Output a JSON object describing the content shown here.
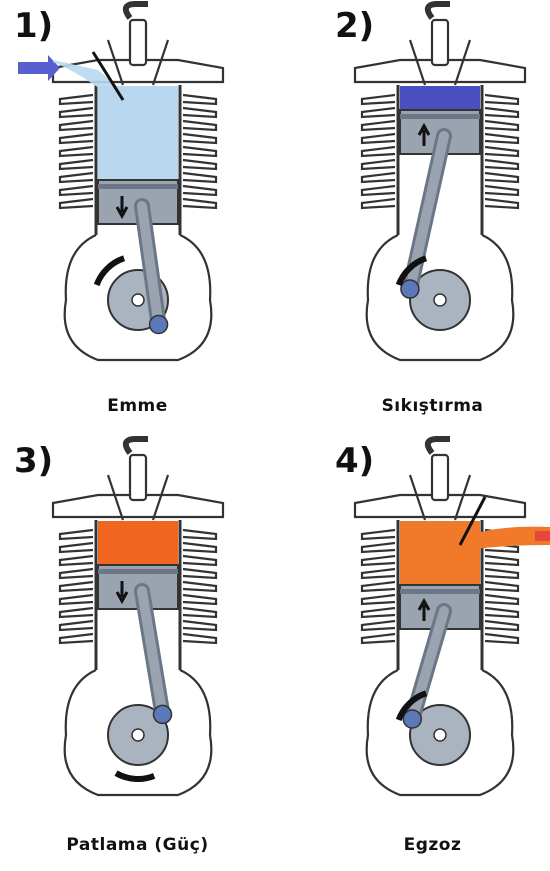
{
  "strokes": [
    {
      "number": "1)",
      "label": "Emme",
      "gas_color": "#b9d8f0",
      "arrow": "down",
      "valve": "intake"
    },
    {
      "number": "2)",
      "label": "Sıkıştırma",
      "gas_color": "#4a4fc0",
      "arrow": "up",
      "valve": "none"
    },
    {
      "number": "3)",
      "label": "Patlama (Güç)",
      "gas_color": "#f0651f",
      "arrow": "down",
      "valve": "none"
    },
    {
      "number": "4)",
      "label": "Egzoz",
      "gas_color": "#f07a2a",
      "arrow": "up",
      "valve": "exhaust"
    }
  ],
  "colors": {
    "outline": "#333333",
    "metal": "#9aa4b0",
    "metal_dark": "#6b7786",
    "rod_end": "#5b78b8",
    "intake_arrow": "#5a5fcf",
    "exhaust_arrow": "#e8463a"
  }
}
